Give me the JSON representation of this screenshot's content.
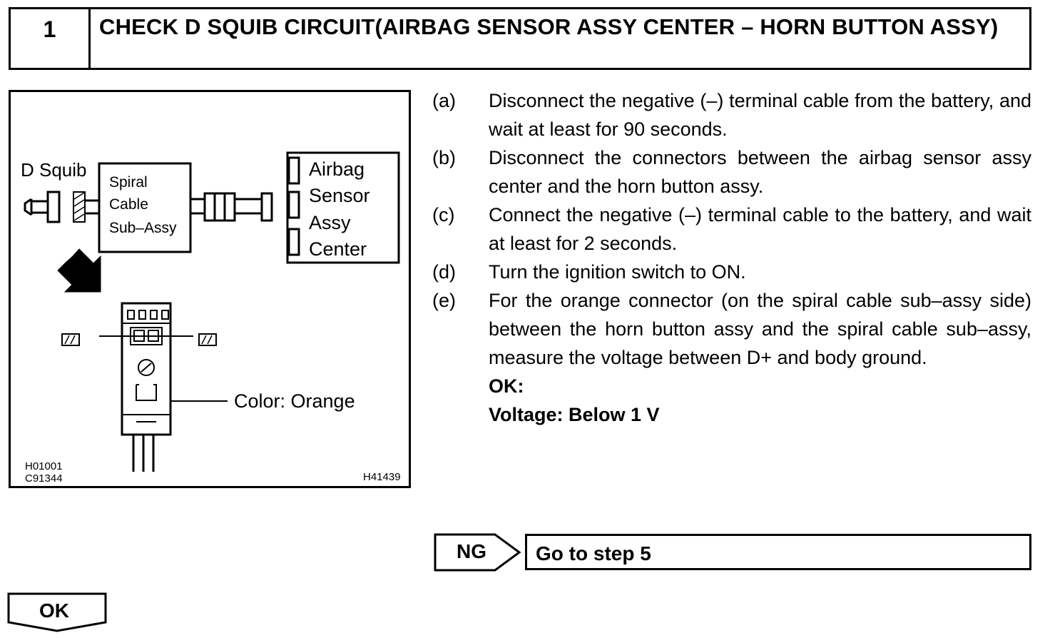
{
  "header": {
    "step_number": "1",
    "title": "CHECK D SQUIB CIRCUIT(AIRBAG SENSOR ASSY CENTER – HORN BUTTON ASSY)"
  },
  "figure": {
    "d_squib_label": "D Squib",
    "spiral_cable_lines": [
      "Spiral",
      "Cable",
      "Sub–Assy"
    ],
    "airbag_sensor_lines": [
      "Airbag",
      "Sensor",
      "Assy",
      "Center"
    ],
    "color_label": "Color: Orange",
    "codes": [
      "H01001",
      "C91344",
      "H41439"
    ]
  },
  "procedure": {
    "steps": [
      {
        "letter": "(a)",
        "text": "Disconnect the negative (–) terminal cable from the battery, and wait at least for 90 seconds."
      },
      {
        "letter": "(b)",
        "text": "Disconnect the connectors between the airbag sensor assy center and the horn button assy."
      },
      {
        "letter": "(c)",
        "text": "Connect the negative (–) terminal cable to the battery, and wait at least for 2 seconds."
      },
      {
        "letter": "(d)",
        "text": "Turn the ignition switch to ON."
      },
      {
        "letter": "(e)",
        "text": "For the orange connector (on the spiral cable sub–assy side) between the horn button assy and the spiral cable sub–assy, measure the voltage between D+ and body ground."
      }
    ],
    "spec_label": "OK:",
    "spec_value": "Voltage: Below 1 V"
  },
  "results": {
    "ng_label": "NG",
    "ng_action": "Go to step 5",
    "ok_label": "OK"
  }
}
